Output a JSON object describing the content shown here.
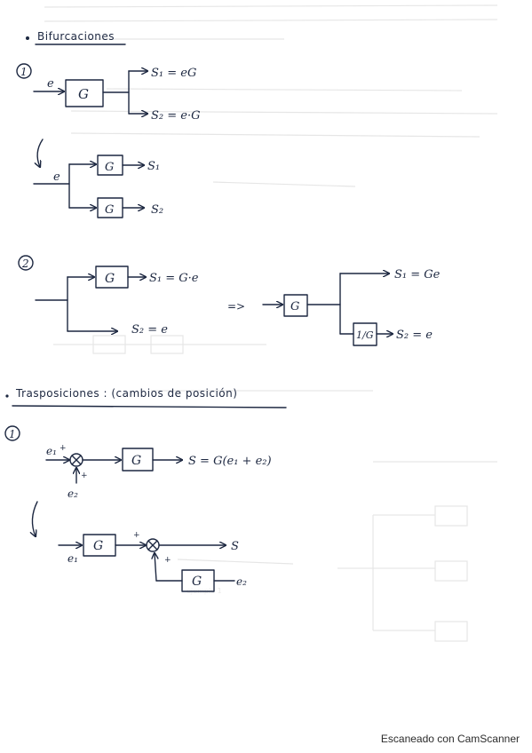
{
  "sections": {
    "bifurcaciones": {
      "title": "Bifurcaciones",
      "ex1": {
        "number": "1",
        "input": "e",
        "block": "G",
        "out1": "S₁ = eG",
        "out2": "S₂ = e·G",
        "alt_input": "e",
        "alt_block_top": "G",
        "alt_block_bottom": "G",
        "alt_out1": "S₁",
        "alt_out2": "S₂"
      },
      "ex2": {
        "number": "2",
        "block": "G",
        "out1": "S₁ = G·e",
        "out2": "S₂ = e",
        "arrow": "=>",
        "eq_block": "G",
        "eq_inverse": "1/G",
        "eq_out1": "S₁ = Ge",
        "eq_out2": "S₂ = e"
      }
    },
    "trasposiciones": {
      "title": "Trasposiciones : (cambios de posición)",
      "ex1": {
        "number": "1",
        "in1": "e₁",
        "in2": "e₂",
        "plus1": "+",
        "plus2": "+",
        "block": "G",
        "output": "S = G(e₁ + e₂)",
        "alt_in1": "e₁",
        "alt_block": "G",
        "alt_plus1": "+",
        "alt_plus2": "+",
        "alt_output": "S",
        "alt_block2": "G",
        "alt_in2": "e₂"
      }
    }
  },
  "footer": {
    "watermark": "Escaneado con CamScanner"
  }
}
